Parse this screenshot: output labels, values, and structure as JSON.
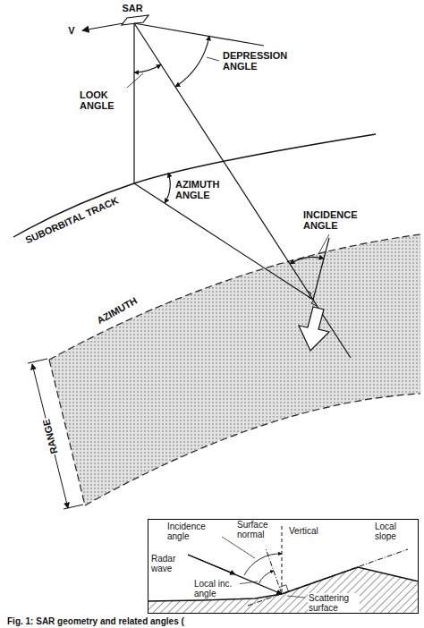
{
  "diagram": {
    "caption": "Fig. 1: SAR geometry and related angles (",
    "nodes": [
      {
        "text": [
          "Incidence angle",
          "Surface normal",
          "Vertical",
          "Radar wave",
          "Local inc. angle",
          "Local slope",
          "Scattering surface"
        ]
      }
    ],
    "labels": [
      "SAR",
      "V",
      "DEPRESSION ANGLE",
      "LOOK ANGLE",
      "AZIMUTH ANGLE",
      "SUBORBITAL TRACK",
      "INCIDENCE ANGLE",
      "AZIMUTH",
      "RANGE"
    ]
  }
}
